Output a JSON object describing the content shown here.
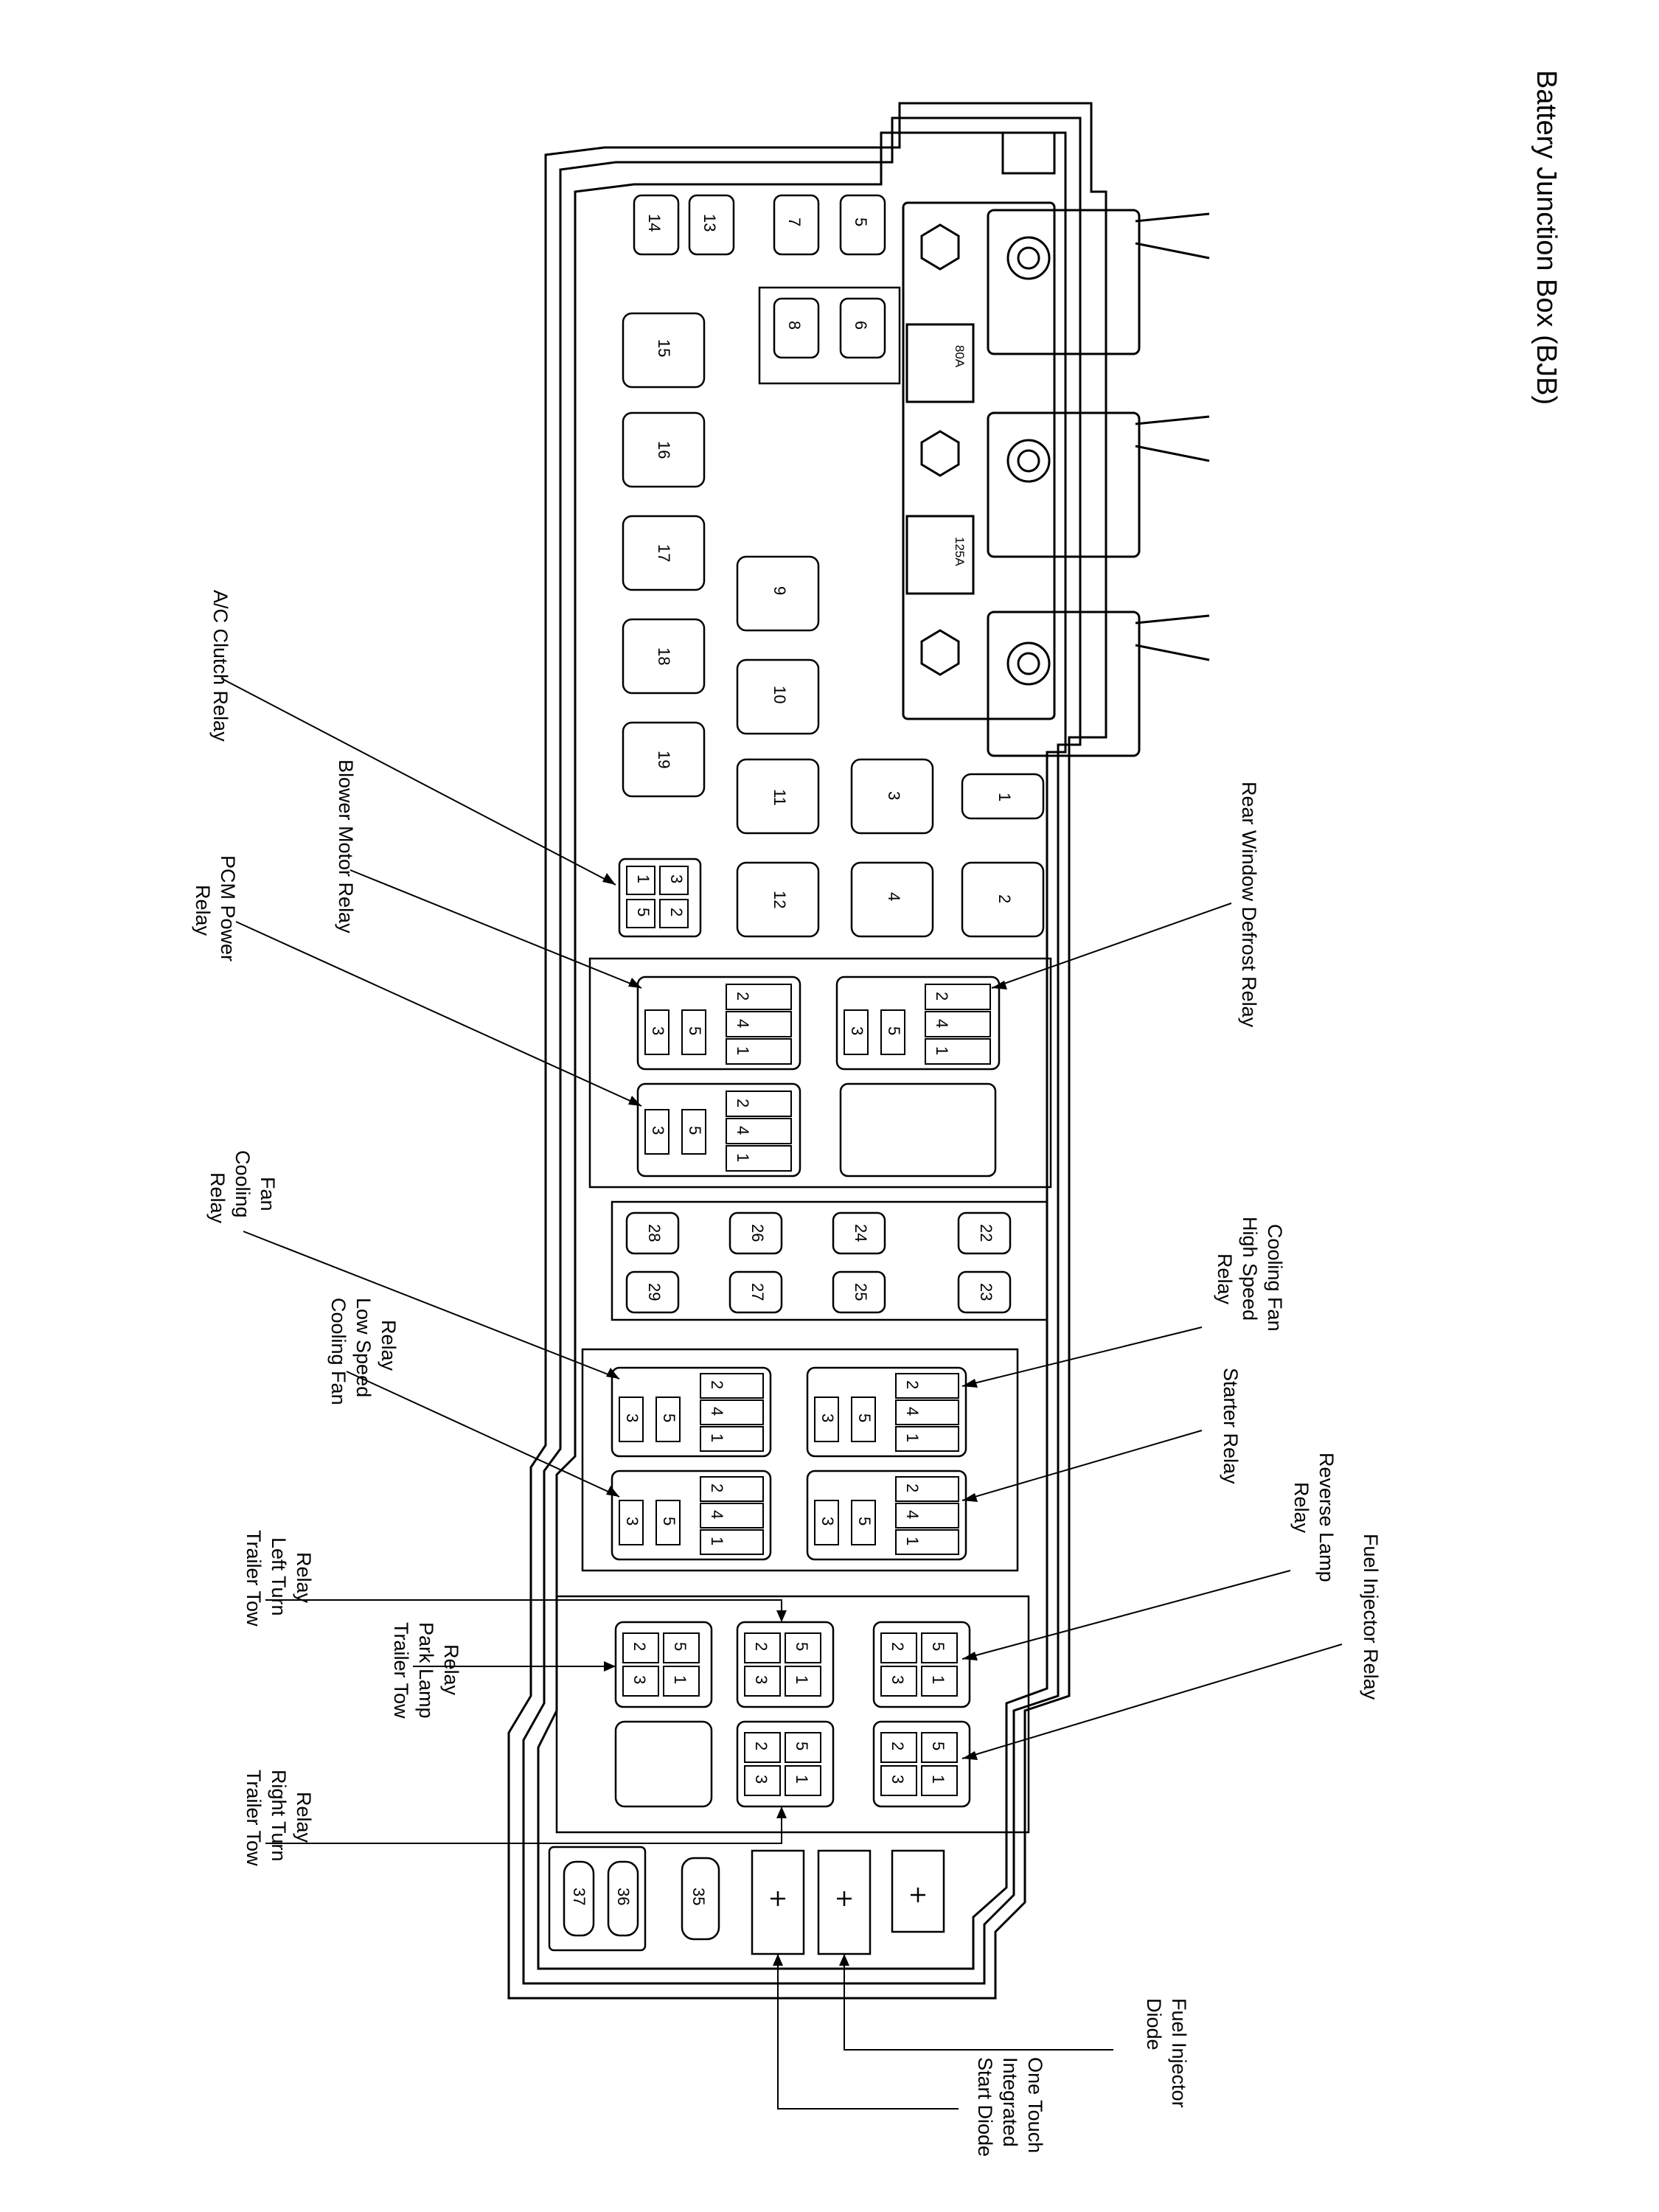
{
  "title": "Battery Junction Box (BJB)",
  "big_fuses": [
    "80A",
    "125A"
  ],
  "mini_fuses": [
    "14",
    "13",
    "7",
    "5",
    "8",
    "6",
    "28",
    "29",
    "26",
    "27",
    "24",
    "25",
    "22",
    "23",
    "37",
    "36",
    "35"
  ],
  "square_fuses": [
    "15",
    "16",
    "17",
    "18",
    "19",
    "9",
    "10",
    "11",
    "12",
    "3",
    "4",
    "2",
    "1"
  ],
  "relays": [
    {
      "id": "ac-clutch",
      "label": "A/C Clutch Relay",
      "pins": [
        "3",
        "2",
        "1",
        "5"
      ]
    },
    {
      "id": "blower-motor",
      "label": "Blower Motor Relay",
      "pins": [
        "2",
        "4",
        "1",
        "3",
        "5"
      ]
    },
    {
      "id": "rear-window-defrost",
      "label": "Rear Window Defrost Relay",
      "pins": [
        "2",
        "4",
        "1",
        "3",
        "5"
      ]
    },
    {
      "id": "pcm-power",
      "label": "PCM Power Relay",
      "pins": [
        "2",
        "4",
        "1",
        "3",
        "5"
      ]
    },
    {
      "id": "cooling-fan",
      "label": "Cooling Fan Relay",
      "pins": [
        "2",
        "4",
        "1",
        "3",
        "5"
      ]
    },
    {
      "id": "cooling-fan-high-speed",
      "label": "Cooling Fan High Speed Relay",
      "pins": [
        "2",
        "4",
        "1",
        "3",
        "5"
      ]
    },
    {
      "id": "cooling-fan-low-speed",
      "label": "Cooling Fan Low Speed Relay",
      "pins": [
        "2",
        "4",
        "1",
        "3",
        "5"
      ]
    },
    {
      "id": "starter",
      "label": "Starter Relay",
      "pins": [
        "2",
        "4",
        "1",
        "3",
        "5"
      ]
    },
    {
      "id": "trailer-tow-left-turn",
      "label": "Trailer Tow Left Turn Relay",
      "pins": [
        "5",
        "1",
        "2",
        "3"
      ]
    },
    {
      "id": "trailer-tow-park-lamp",
      "label": "Trailer Tow Park Lamp Relay",
      "pins": [
        "5",
        "1",
        "2",
        "3"
      ]
    },
    {
      "id": "reverse-lamp",
      "label": "Reverse Lamp Relay",
      "pins": [
        "5",
        "1",
        "2",
        "3"
      ]
    },
    {
      "id": "trailer-tow-right-turn",
      "label": "Trailer Tow Right Turn Relay",
      "pins": [
        "5",
        "1",
        "2",
        "3"
      ]
    },
    {
      "id": "fuel-injector",
      "label": "Fuel Injector Relay",
      "pins": [
        "5",
        "1",
        "2",
        "3"
      ]
    }
  ],
  "diodes": [
    {
      "id": "fuel-injector-diode",
      "label": "Fuel Injector Diode"
    },
    {
      "id": "one-touch-start-diode",
      "label": "One Touch Integrated Start Diode"
    }
  ],
  "callouts": {
    "ac_clutch": [
      "A/C Clutch Relay"
    ],
    "blower_motor": [
      "Blower Motor Relay"
    ],
    "pcm_power": [
      "PCM Power",
      "Relay"
    ],
    "rear_window_defrost": [
      "Rear Window Defrost Relay"
    ],
    "cooling_fan": [
      "Cooling",
      "Fan",
      "Relay"
    ],
    "cooling_fan_low": [
      "Cooling Fan",
      "Low Speed",
      "Relay"
    ],
    "cooling_fan_high": [
      "Cooling Fan",
      "High Speed",
      "Relay"
    ],
    "starter": [
      "Starter Relay"
    ],
    "reverse_lamp": [
      "Reverse Lamp",
      "Relay"
    ],
    "fuel_injector_relay": [
      "Fuel Injector Relay"
    ],
    "trailer_left": [
      "Trailer Tow",
      "Left Turn",
      "Relay"
    ],
    "trailer_park": [
      "Trailer Tow",
      "Park Lamp",
      "Relay"
    ],
    "trailer_right": [
      "Trailer Tow",
      "Right Turn",
      "Relay"
    ],
    "fuel_injector_diode": [
      "Fuel Injector",
      "Diode"
    ],
    "one_touch": [
      "One Touch",
      "Integrated",
      "Start Diode"
    ]
  }
}
